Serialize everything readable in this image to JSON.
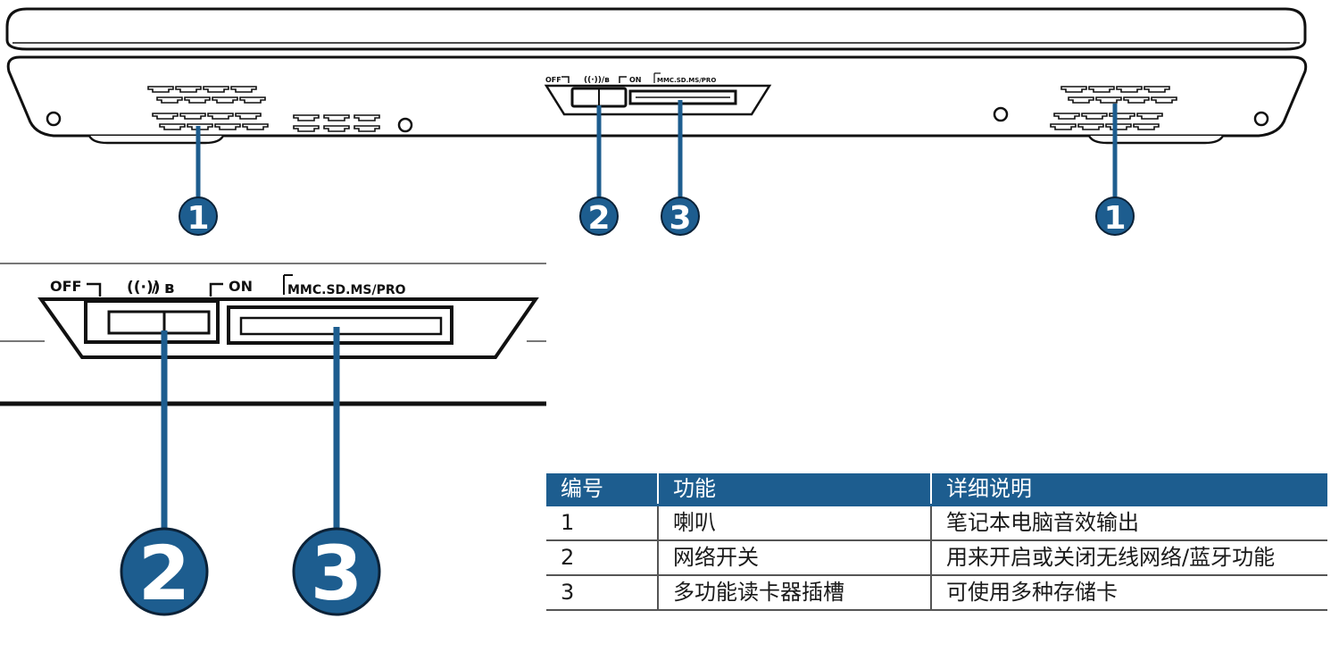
{
  "callouts": {
    "speaker_left": "1",
    "switch": "2",
    "card_reader": "3",
    "speaker_right": "1",
    "zoom_switch": "2",
    "zoom_card_reader": "3"
  },
  "port_labels": {
    "off": "OFF",
    "on": "ON",
    "card_formats": "MMC.SD.MS/PRO"
  },
  "icons": {
    "wireless": "wireless-antenna-icon",
    "bluetooth": "bluetooth-icon"
  },
  "colors": {
    "callout_blue": "#1d5d8f",
    "table_header": "#1d5d8f",
    "outline": "#111111"
  },
  "table": {
    "headers": [
      "编号",
      "功能",
      "详细说明"
    ],
    "rows": [
      {
        "no": "1",
        "function": "喇叭",
        "detail": "笔记本电脑音效输出"
      },
      {
        "no": "2",
        "function": "网络开关",
        "detail": "用来开启或关闭无线网络/蓝牙功能"
      },
      {
        "no": "3",
        "function": "多功能读卡器插槽",
        "detail": "可使用多种存储卡"
      }
    ]
  }
}
